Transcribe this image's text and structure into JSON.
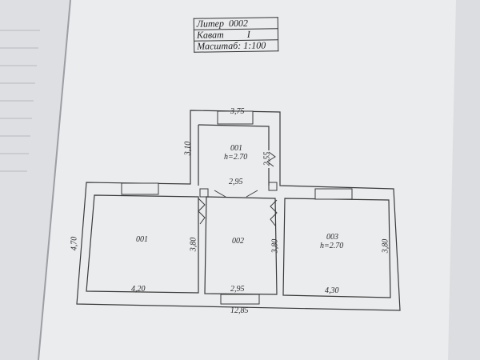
{
  "title_block": {
    "liter_label": "Литер",
    "liter_value": "0002",
    "floor_label": "Кават",
    "floor_value": "I",
    "scale_label": "Масштаб: 1:100"
  },
  "rooms": [
    {
      "id": "001",
      "height": "h=2.70"
    },
    {
      "id": "001",
      "height": ""
    },
    {
      "id": "002",
      "height": ""
    },
    {
      "id": "003",
      "height": "h=2.70"
    }
  ],
  "dimensions": {
    "top_width": "3,75",
    "top_height": "3,10",
    "top_right": "2,55",
    "passage": "2,95",
    "left_total": "4,70",
    "room1_height": "3,80",
    "room2_height": "3,80",
    "room3_height": "3,80",
    "room1_width": "4,20",
    "room2_width": "2,95",
    "room3_width": "4,30",
    "total_width": "12,85"
  },
  "colors": {
    "paper": "#e9eaec",
    "ink": "#3a3a3a"
  }
}
